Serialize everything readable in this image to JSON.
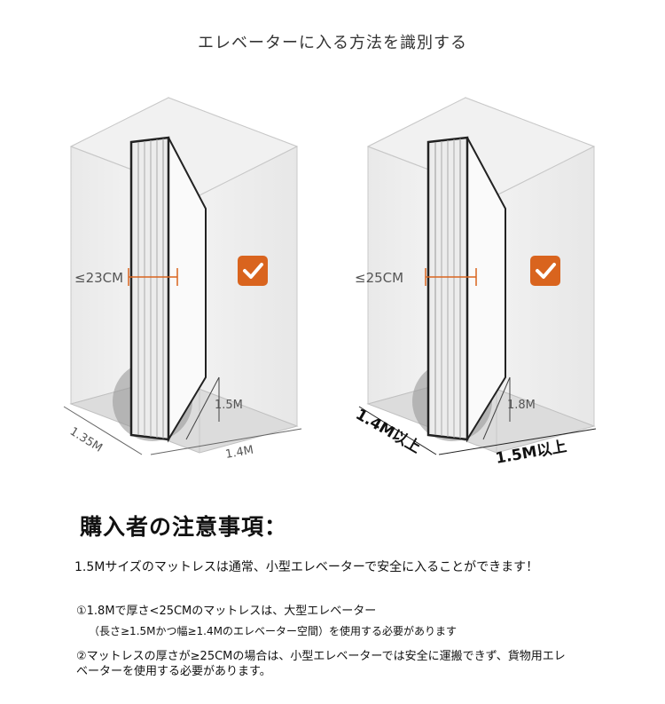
{
  "title": "エレベーターに入る方法を識別する",
  "left_diagram": {
    "thickness": "≤23CM",
    "mattress_width": "1.5M",
    "floor_width": "1.4M",
    "floor_depth": "1.35M"
  },
  "right_diagram": {
    "thickness": "≤25CM",
    "mattress_width": "1.8M",
    "floor_width": "1.5M以上",
    "floor_depth": "1.4M以上"
  },
  "check_icon": "check-icon",
  "accent_color": "#d9641e",
  "notice": {
    "heading": "購入者の注意事項：",
    "line1": "1.5Mサイズのマットレスは通常、小型エレベーターで安全に入ることができます！",
    "line2": "①1.8Mで厚さ<25CMのマットレスは、大型エレベーター",
    "line3": "（長さ≥1.5Mかつ幅≥1.4Mのエレベーター空間）を使用する必要があります",
    "line4": "②マットレスの厚さが≥25CMの場合は、小型エレベーターでは安全に運搬できず、貨物用エレ",
    "line5": "ベーターを使用する必要があります。"
  }
}
